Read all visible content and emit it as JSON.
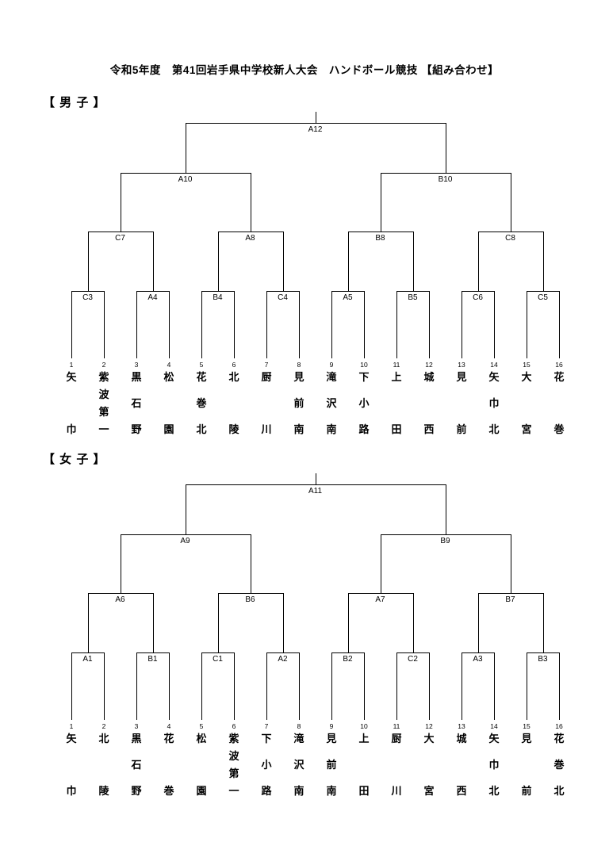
{
  "page": {
    "title": "令和5年度　第41回岩手県中学校新人大会　ハンドボール競技 【組み合わせ】"
  },
  "brackets": [
    {
      "id": "boys",
      "header": "【 男 子 】",
      "rounds": {
        "final": "A12",
        "semis": [
          "A10",
          "B10"
        ],
        "quarters": [
          "C7",
          "A8",
          "B8",
          "C8"
        ],
        "round1": [
          "C3",
          "A4",
          "B4",
          "C4",
          "A5",
          "B5",
          "C6",
          "C5"
        ]
      },
      "teams": [
        {
          "seed": 1,
          "name": "矢巾"
        },
        {
          "seed": 2,
          "name": "紫波第一"
        },
        {
          "seed": 3,
          "name": "黒石野"
        },
        {
          "seed": 4,
          "name": "松園"
        },
        {
          "seed": 5,
          "name": "花巻北"
        },
        {
          "seed": 6,
          "name": "北陵"
        },
        {
          "seed": 7,
          "name": "厨川"
        },
        {
          "seed": 8,
          "name": "見前南"
        },
        {
          "seed": 9,
          "name": "滝沢南"
        },
        {
          "seed": 10,
          "name": "下小路"
        },
        {
          "seed": 11,
          "name": "上田"
        },
        {
          "seed": 12,
          "name": "城西"
        },
        {
          "seed": 13,
          "name": "見前"
        },
        {
          "seed": 14,
          "name": "矢巾北"
        },
        {
          "seed": 15,
          "name": "大宮"
        },
        {
          "seed": 16,
          "name": "花巻"
        }
      ]
    },
    {
      "id": "girls",
      "header": "【 女 子 】",
      "rounds": {
        "final": "A11",
        "semis": [
          "A9",
          "B9"
        ],
        "quarters": [
          "A6",
          "B6",
          "A7",
          "B7"
        ],
        "round1": [
          "A1",
          "B1",
          "C1",
          "A2",
          "B2",
          "C2",
          "A3",
          "B3"
        ]
      },
      "teams": [
        {
          "seed": 1,
          "name": "矢巾"
        },
        {
          "seed": 2,
          "name": "北陵"
        },
        {
          "seed": 3,
          "name": "黒石野"
        },
        {
          "seed": 4,
          "name": "花巻"
        },
        {
          "seed": 5,
          "name": "松園"
        },
        {
          "seed": 6,
          "name": "紫波第一"
        },
        {
          "seed": 7,
          "name": "下小路"
        },
        {
          "seed": 8,
          "name": "滝沢南"
        },
        {
          "seed": 9,
          "name": "見前南"
        },
        {
          "seed": 10,
          "name": "上田"
        },
        {
          "seed": 11,
          "name": "厨川"
        },
        {
          "seed": 12,
          "name": "大宮"
        },
        {
          "seed": 13,
          "name": "城西"
        },
        {
          "seed": 14,
          "name": "矢巾北"
        },
        {
          "seed": 15,
          "name": "見前"
        },
        {
          "seed": 16,
          "name": "花巻北"
        }
      ]
    }
  ]
}
